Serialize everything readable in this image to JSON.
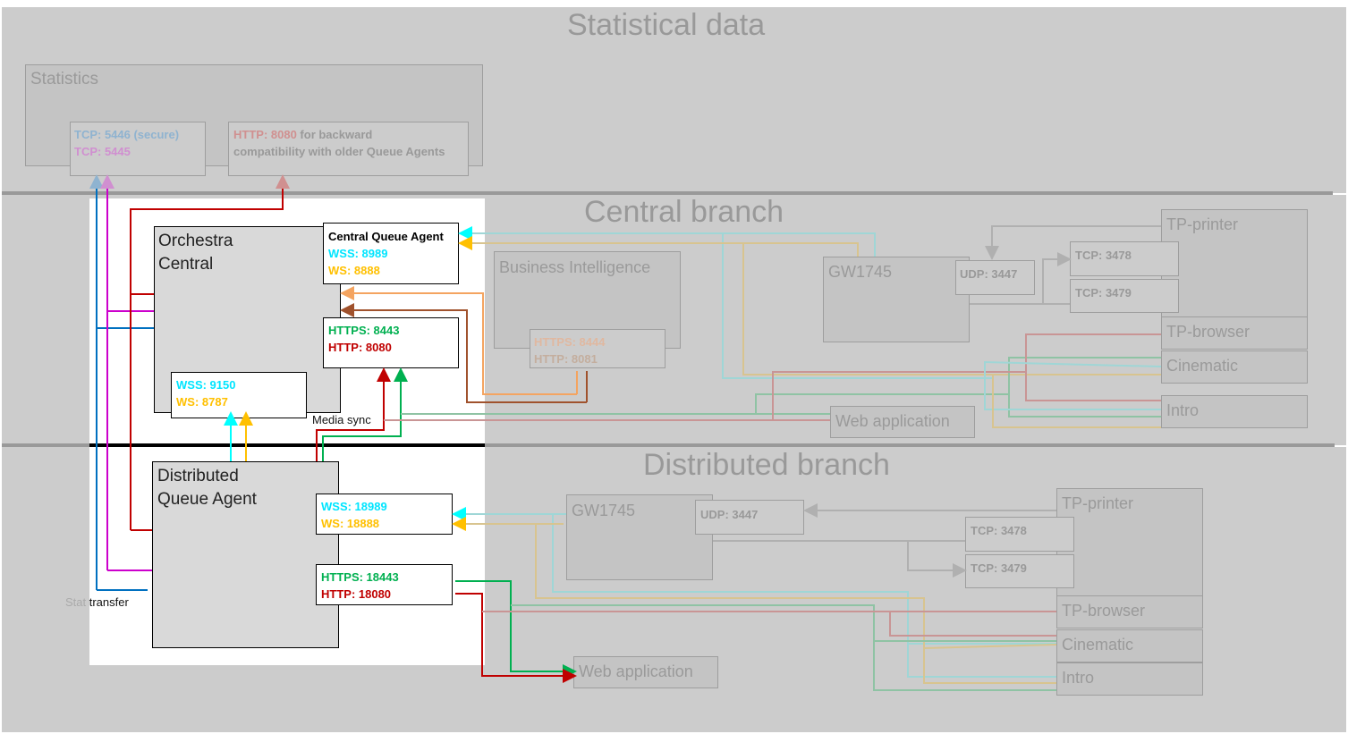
{
  "sections": {
    "statistical": {
      "title": "Statistical data"
    },
    "central": {
      "title": "Central branch"
    },
    "distributed": {
      "title": "Distributed branch"
    }
  },
  "statistics": {
    "label": "Statistics",
    "ports": {
      "tcp_secure": "TCP: 5446 (secure)",
      "tcp": "TCP: 5445"
    },
    "http_note": {
      "prefix": "HTTP: 8080",
      "line1_rest": " for backward",
      "line2": "compatibility with older Queue Agents"
    }
  },
  "orchestra": {
    "name_line1": "Orchestra",
    "name_line2": "Central",
    "central_queue_agent": {
      "title": "Central Queue Agent",
      "wss": "WSS: 8989",
      "ws": "WS: 8888"
    },
    "http_ports": {
      "https": "HTTPS: 8443",
      "http": "HTTP: 8080"
    },
    "ws_ports": {
      "wss": "WSS: 9150",
      "ws": "WS: 8787"
    }
  },
  "media_sync_label": "Media sync",
  "stat_transfer_label": {
    "part1": "Stat",
    "part2": " transfer"
  },
  "distributed_qa": {
    "name_line1": "Distributed",
    "name_line2": "Queue Agent",
    "ws_ports": {
      "wss": "WSS: 18989",
      "ws": "WS: 18888"
    },
    "http_ports": {
      "https": "HTTPS: 18443",
      "http": "HTTP: 18080"
    }
  },
  "business_intelligence": {
    "label": "Business Intelligence",
    "https": "HTTPS: 8444",
    "http": "HTTP: 8081"
  },
  "central_branch": {
    "gateway": {
      "label": "GW1745",
      "udp": "UDP: 3447"
    },
    "tcp_3478": "TCP: 3478",
    "tcp_3479": "TCP: 3479",
    "tp_printer": "TP-printer",
    "tp_browser": "TP-browser",
    "cinematic": "Cinematic",
    "intro": "Intro",
    "web_application": "Web application"
  },
  "distributed_branch": {
    "gateway": {
      "label": "GW1745",
      "udp": "UDP: 3447"
    },
    "tcp_3478": "TCP: 3478",
    "tcp_3479": "TCP: 3479",
    "tp_printer": "TP-printer",
    "tp_browser": "TP-browser",
    "cinematic": "Cinematic",
    "intro": "Intro",
    "web_application": "Web application"
  },
  "colors": {
    "wss": "#00ffff",
    "ws": "#ffc000",
    "https": "#00b050",
    "http": "#c00000",
    "tcp_secure": "#0070c0",
    "tcp": "#cc00cc",
    "bi_https": "#f4a460",
    "bi_http": "#a0522d",
    "dim_wss": "#9fd6d6",
    "dim_ws": "#d8c48f",
    "dim_https": "#8fc3a4",
    "dim_http": "#c99595",
    "grey_line": "#aaaaaa"
  }
}
